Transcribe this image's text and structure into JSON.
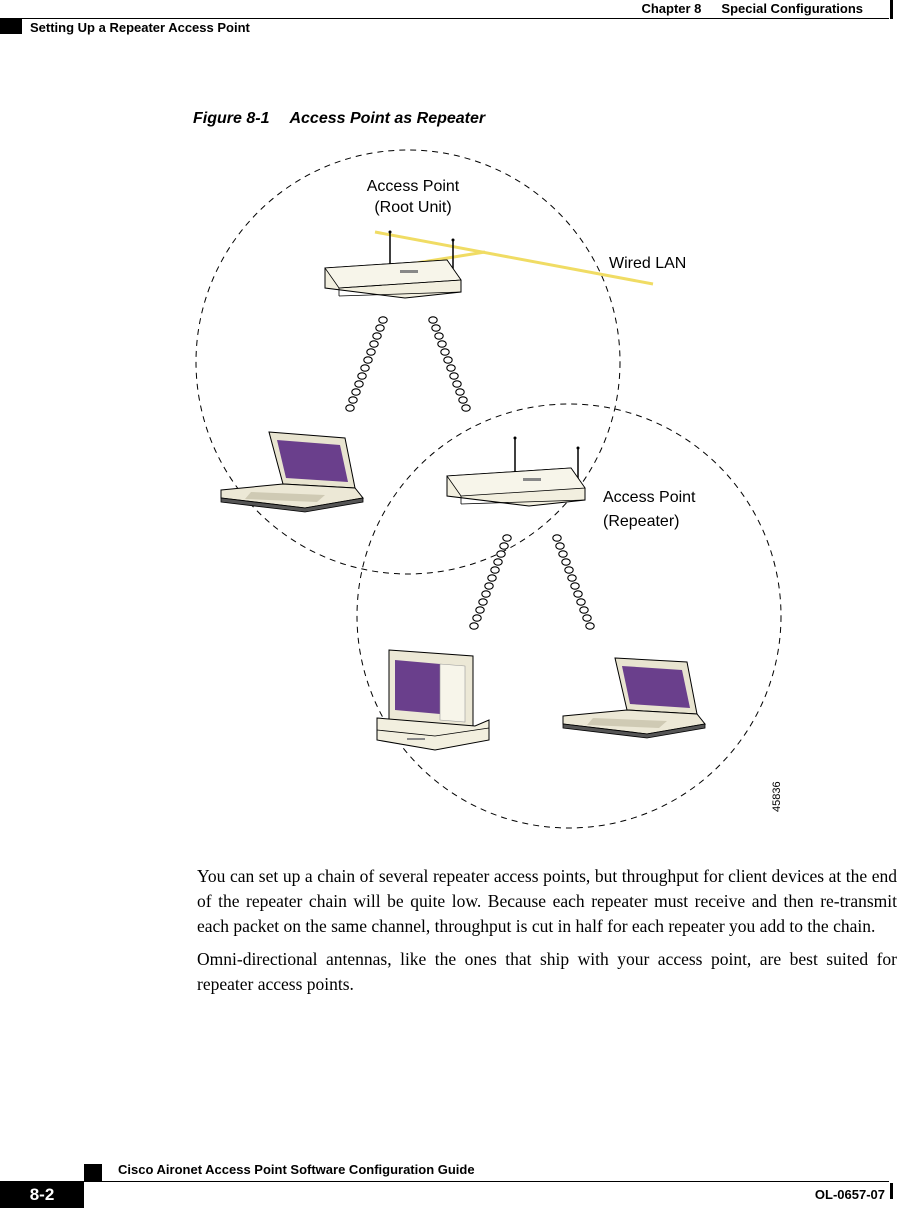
{
  "header": {
    "chapter": "Chapter 8",
    "chapter_title": "Special Configurations",
    "section": "Setting Up a Repeater Access Point"
  },
  "figure": {
    "number": "Figure 8-1",
    "title": "Access Point as Repeater",
    "label_root_line1": "Access Point",
    "label_root_line2": "(Root Unit)",
    "label_wired": "Wired LAN",
    "label_repeater_line1": "Access Point",
    "label_repeater_line2": "(Repeater)",
    "figure_id": "45836",
    "colors": {
      "wired_lan": "#f0dc64",
      "screen": "#6a3f8c",
      "device_body": "#f2efdf"
    }
  },
  "body": {
    "paragraph1": "You can set up a chain of several repeater access points, but throughput for client devices at the end of the repeater chain will be quite low. Because each repeater must receive and then re-transmit each packet on the same channel, throughput is cut in half for each repeater you add to the chain.",
    "paragraph2": "Omni-directional antennas, like the ones that ship with your access point, are best suited for repeater access points."
  },
  "footer": {
    "guide_title": "Cisco Aironet Access Point Software Configuration Guide",
    "page_number": "8-2",
    "doc_number": "OL-0657-07"
  }
}
